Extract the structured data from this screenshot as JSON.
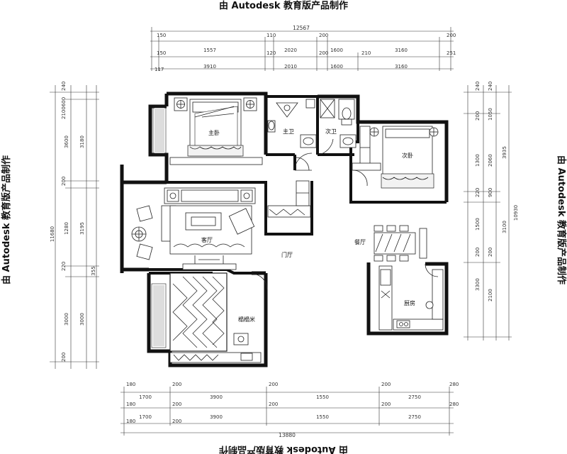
{
  "watermark": {
    "top": "由 Autodesk 教育版产品制作",
    "left": "由 Autodesk 教育版产品制作",
    "right": "由 Autodesk 教育版产品制作",
    "bottom": "由 Autodesk 教育版产品制作"
  },
  "rooms": {
    "master_bedroom": "主卧",
    "master_bath": "主卫",
    "second_bath": "次卫",
    "second_bedroom": "次卧",
    "living_room": "客厅",
    "foyer": "门厅",
    "dining_room": "餐厅",
    "kitchen": "厨房",
    "tatami": "榻榻米"
  },
  "dimensions": {
    "top_total": "12567",
    "top_row1": [
      "150",
      "110",
      "200",
      "200"
    ],
    "top_row2": [
      "150",
      "1557",
      "120",
      "2020",
      "200",
      "1600",
      "210",
      "3160",
      "251"
    ],
    "top_row3": [
      "117",
      "3910",
      "2010",
      "1600",
      "3160"
    ],
    "bottom_row1": [
      "180",
      "200",
      "200",
      "200",
      "280"
    ],
    "bottom_row1_spans": [
      "1700",
      "3900",
      "1550",
      "2750"
    ],
    "bottom_row2": [
      "180",
      "200",
      "200",
      "200",
      "280"
    ],
    "bottom_row2_spans": [
      "1700",
      "3900",
      "1550",
      "2750"
    ],
    "bottom_row3": [
      "180",
      "200"
    ],
    "bottom_total": "13880",
    "left_outer": [
      "240",
      "2100600",
      "200",
      "11680",
      "220",
      "200"
    ],
    "left_inner": [
      "3600",
      "3180",
      "1280",
      "3195",
      "355",
      "3000",
      "3000"
    ],
    "right_inner": [
      "240",
      "200",
      "1050",
      "1300",
      "2060",
      "220",
      "900",
      "1500",
      "200",
      "200",
      "3300",
      "2100"
    ],
    "right_outer": [
      "3935",
      "3100",
      "10930",
      "240"
    ]
  }
}
